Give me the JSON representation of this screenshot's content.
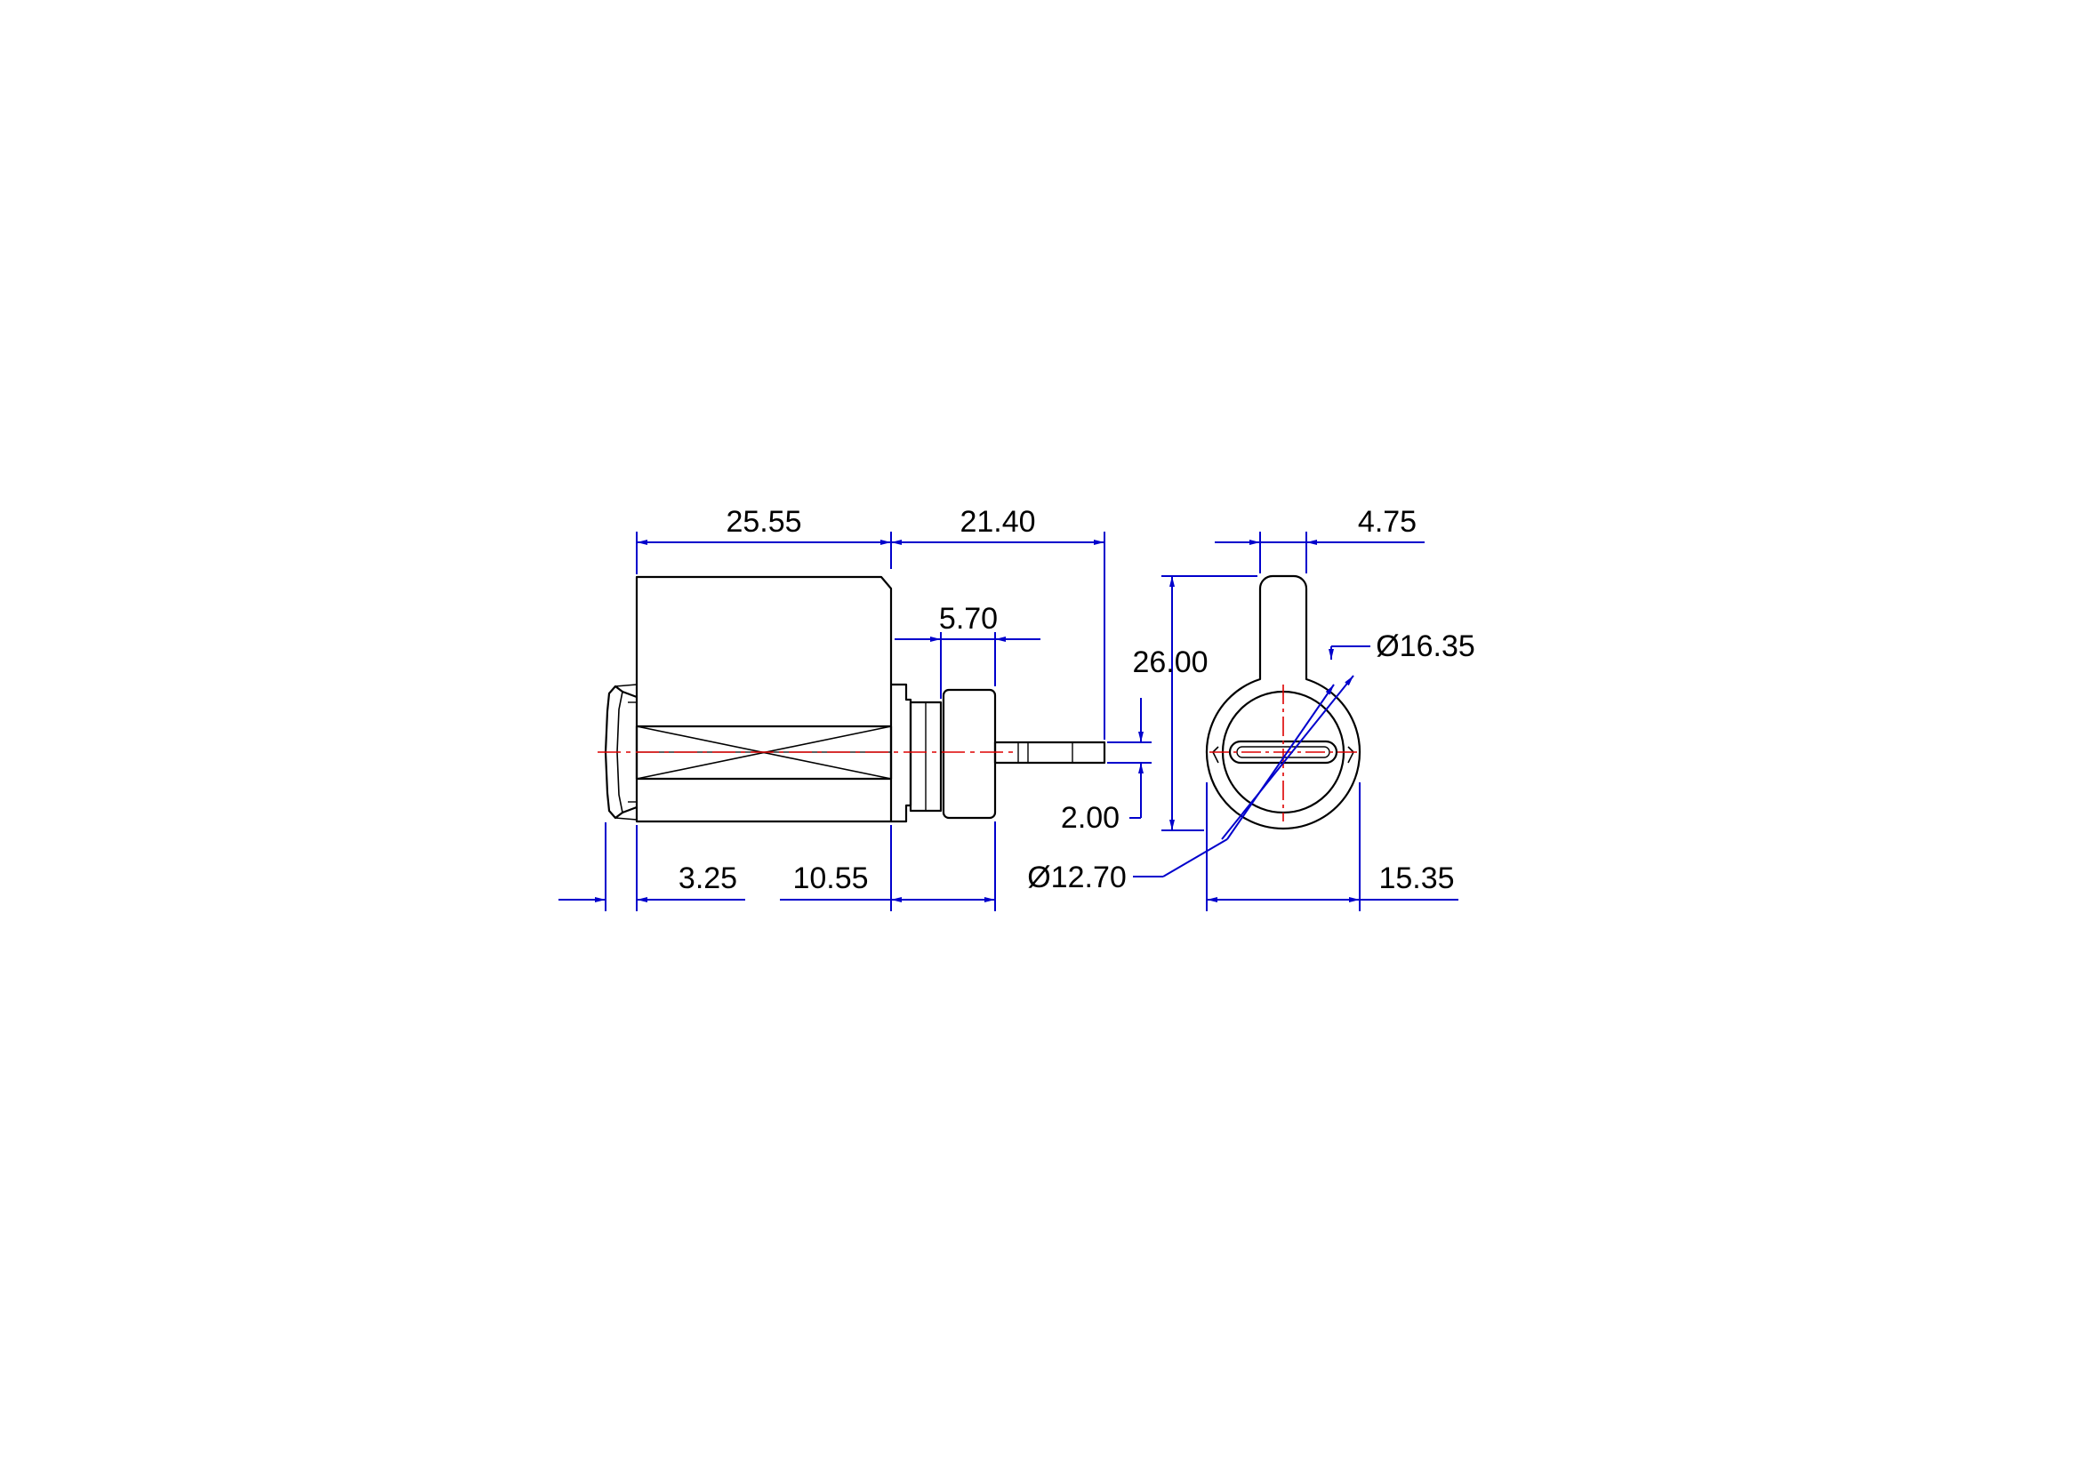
{
  "colors": {
    "part_outline": "#000000",
    "dimension": "#0000cc",
    "centerline": "#dd0000",
    "background": "#ffffff"
  },
  "drawing": {
    "side_view": {
      "dim_overall_body": "25.55",
      "dim_shaft_extension": "21.40",
      "dim_collar": "5.70",
      "dim_shaft_thickness": "2.00",
      "dim_flange": "3.25",
      "dim_body_to_collar": "10.55"
    },
    "front_view": {
      "dim_tab_width": "4.75",
      "dim_height": "26.00",
      "dim_outer_diameter": "Ø16.35",
      "dim_inner_diameter": "Ø12.70",
      "dim_width": "15.35"
    }
  }
}
